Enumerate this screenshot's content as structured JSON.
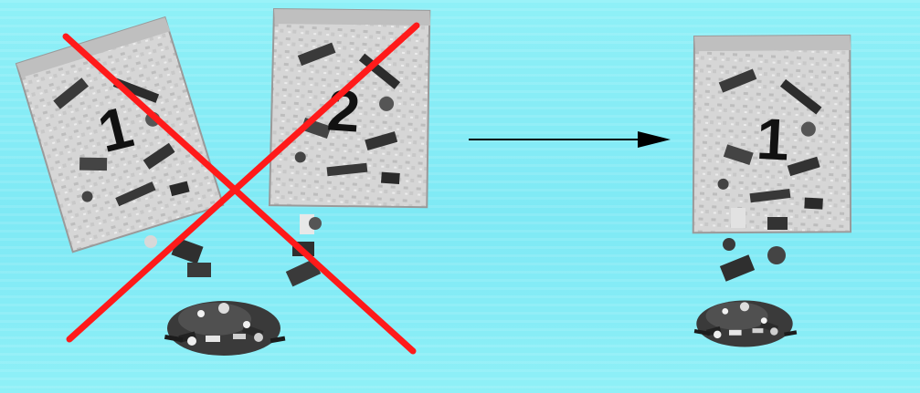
{
  "instruction": {
    "wrong": {
      "bags": [
        {
          "number": "1"
        },
        {
          "number": "2"
        }
      ],
      "cross_mark_color": "#ff1a1a"
    },
    "right": {
      "bags": [
        {
          "number": "1"
        }
      ]
    },
    "arrow_icon": "right-arrow-icon"
  },
  "colors": {
    "sky_top": "#8ff0f7",
    "sky_mid": "#7ee9f5",
    "bag": "#d9d9d9",
    "bricks_dark": "#333333",
    "bricks_light": "#e0e0e0"
  }
}
